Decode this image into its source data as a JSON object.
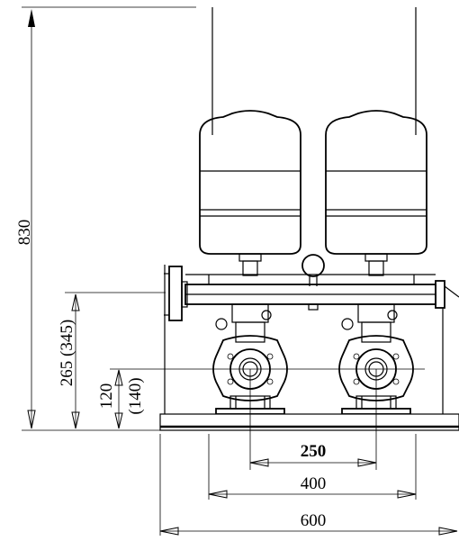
{
  "dimensions": {
    "height_total": "830",
    "inlet_height": "265 (345)",
    "pump_axis_height_a": "120",
    "pump_axis_height_b": "(140)",
    "pump_spacing": "250",
    "frame_width": "400",
    "base_width": "600"
  }
}
